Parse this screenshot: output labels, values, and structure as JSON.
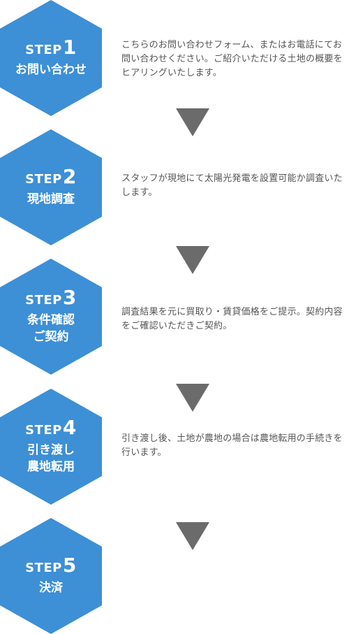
{
  "colors": {
    "hex_fill": "#3d8fd6",
    "arrow_fill": "#6b6b6b",
    "text": "#555555"
  },
  "steps": [
    {
      "label": "STEP",
      "number": "1",
      "title_lines": [
        "お問い合わせ"
      ],
      "description": "こちらのお問い合わせフォーム、またはお電話にてお問い合わせください。ご紹介いただける土地の概要をヒアリングいたします。"
    },
    {
      "label": "STEP",
      "number": "2",
      "title_lines": [
        "現地調査"
      ],
      "description": "スタッフが現地にて太陽光発電を設置可能か調査いたします。"
    },
    {
      "label": "STEP",
      "number": "3",
      "title_lines": [
        "条件確認",
        "ご契約"
      ],
      "description": "調査結果を元に買取り・賃貸価格をご提示。契約内容をご確認いただきご契約。"
    },
    {
      "label": "STEP",
      "number": "4",
      "title_lines": [
        "引き渡し",
        "農地転用"
      ],
      "description": "引き渡し後、土地が農地の場合は農地転用の手続きを行います。"
    },
    {
      "label": "STEP",
      "number": "5",
      "title_lines": [
        "決済"
      ],
      "description": ""
    }
  ]
}
